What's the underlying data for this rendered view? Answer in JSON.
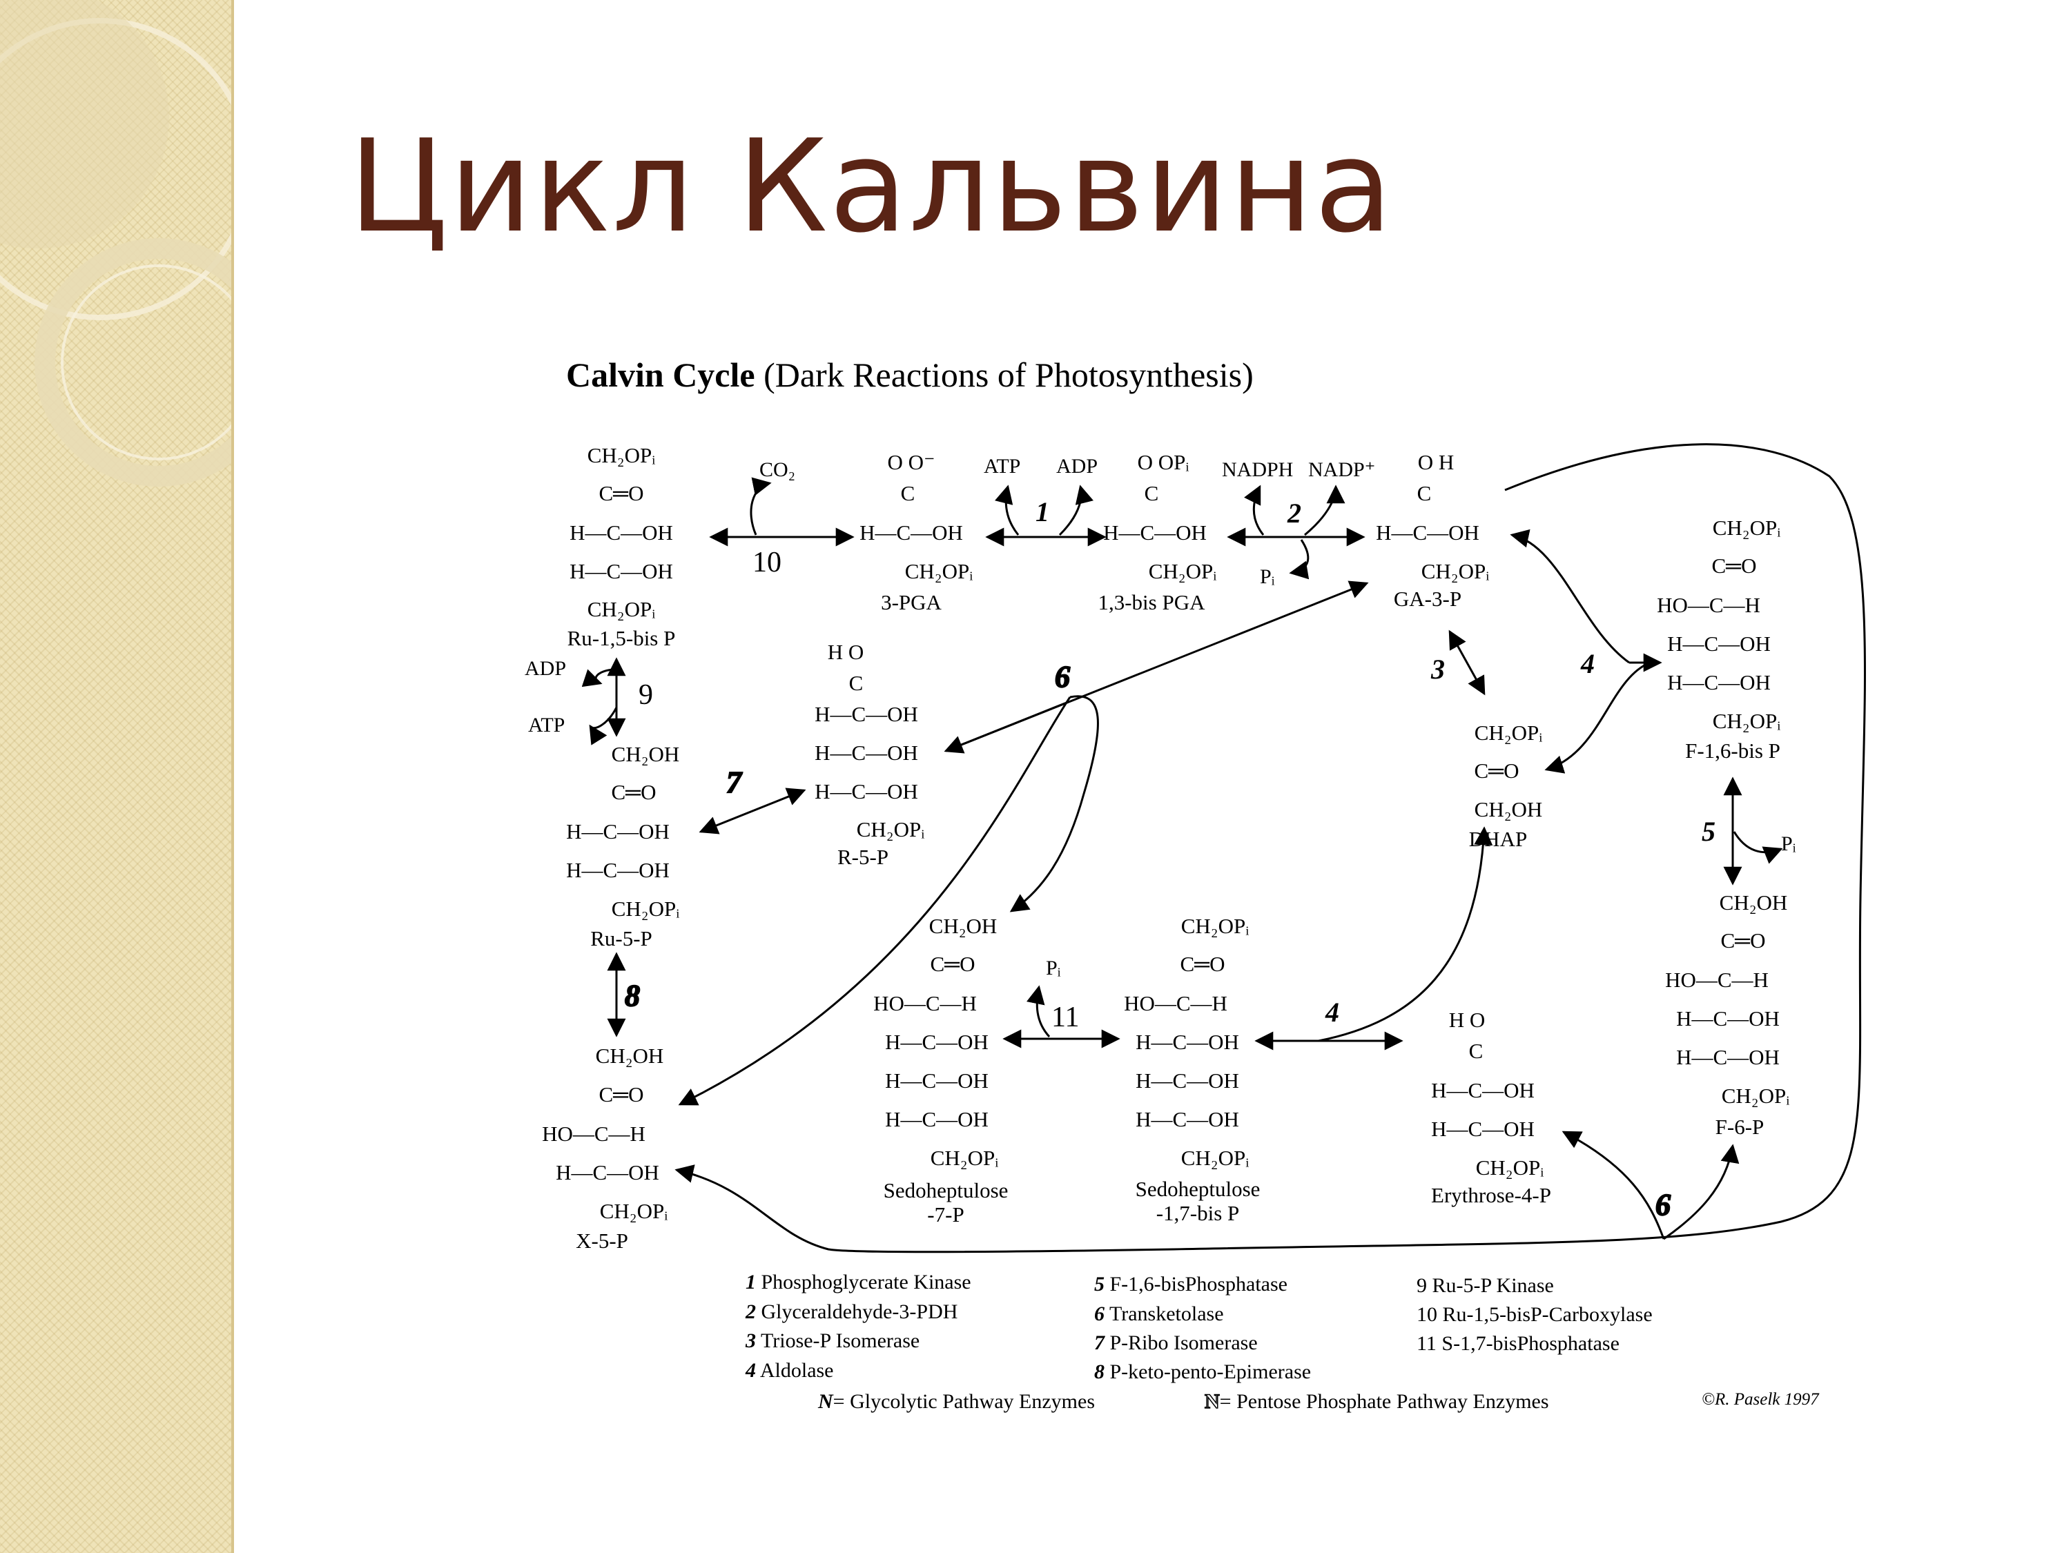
{
  "slide": {
    "title": "Цикл Кальвина"
  },
  "figure": {
    "title_bold": "Calvin Cycle",
    "title_rest": "(Dark Reactions of Photosynthesis)",
    "copyright": "©R. Paselk 1997"
  },
  "compounds": {
    "ru15bp": {
      "name": "Ru-1,5-bis P",
      "lines": [
        "CH₂OPᵢ",
        "C═O",
        "H—C—OH",
        "H—C—OH",
        "CH₂OPᵢ"
      ]
    },
    "pga3": {
      "name": "3-PGA",
      "lines": [
        "O   O⁻",
        "C",
        "H—C—OH",
        "CH₂OPᵢ"
      ]
    },
    "bpga13": {
      "name": "1,3-bis PGA",
      "lines": [
        "O   OPᵢ",
        "C",
        "H—C—OH",
        "CH₂OPᵢ"
      ]
    },
    "ga3p": {
      "name": "GA-3-P",
      "lines": [
        "O   H",
        "C",
        "H—C—OH",
        "CH₂OPᵢ"
      ]
    },
    "r5p": {
      "name": "R-5-P",
      "lines": [
        "H   O",
        "C",
        "H—C—OH",
        "H—C—OH",
        "H—C—OH",
        "CH₂OPᵢ"
      ]
    },
    "ru5p": {
      "name": "Ru-5-P",
      "lines": [
        "CH₂OH",
        "C═O",
        "H—C—OH",
        "H—C—OH",
        "CH₂OPᵢ"
      ]
    },
    "x5p": {
      "name": "X-5-P",
      "lines": [
        "CH₂OH",
        "C═O",
        "HO—C—H",
        "H—C—OH",
        "CH₂OPᵢ"
      ]
    },
    "dhap": {
      "name": "DHAP",
      "lines": [
        "CH₂OPᵢ",
        "C═O",
        "CH₂OH"
      ]
    },
    "f16bp": {
      "name": "F-1,6-bis P",
      "lines": [
        "CH₂OPᵢ",
        "C═O",
        "HO—C—H",
        "H—C—OH",
        "H—C—OH",
        "CH₂OPᵢ"
      ]
    },
    "f6p": {
      "name": "F-6-P",
      "lines": [
        "CH₂OH",
        "C═O",
        "HO—C—H",
        "H—C—OH",
        "H—C—OH",
        "CH₂OPᵢ"
      ]
    },
    "s7p": {
      "name": "Sedoheptulose",
      "name2": "-7-P",
      "lines": [
        "CH₂OH",
        "C═O",
        "HO—C—H",
        "H—C—OH",
        "H—C—OH",
        "H—C—OH",
        "CH₂OPᵢ"
      ]
    },
    "s17bp": {
      "name": "Sedoheptulose",
      "name2": "-1,7-bis P",
      "lines": [
        "CH₂OPᵢ",
        "C═O",
        "HO—C—H",
        "H—C—OH",
        "H—C—OH",
        "H—C—OH",
        "CH₂OPᵢ"
      ]
    },
    "e4p": {
      "name": "Erythrose-4-P",
      "lines": [
        "H   O",
        "C",
        "H—C—OH",
        "H—C—OH",
        "CH₂OPᵢ"
      ]
    }
  },
  "cofactors": {
    "co2": "CO₂",
    "atp1": "ATP",
    "adp1": "ADP",
    "nadph": "NADPH",
    "nadp": "NADP⁺",
    "pi_2": "Pᵢ",
    "adp9": "ADP",
    "atp9": "ATP",
    "pi_11": "Pᵢ",
    "pi_5": "Pᵢ"
  },
  "enzyme_numbers": {
    "e1": "1",
    "e2": "2",
    "e3": "3",
    "e4a": "4",
    "e4b": "4",
    "e5": "5",
    "e6a": "6",
    "e6b": "6",
    "e7": "7",
    "e8": "8",
    "e9": "9",
    "e10": "10",
    "e11": "11"
  },
  "legend": {
    "col1": [
      {
        "num": "1",
        "text": "Phosphoglycerate Kinase"
      },
      {
        "num": "2",
        "text": "Glyceraldehyde-3-PDH"
      },
      {
        "num": "3",
        "text": "Triose-P Isomerase"
      },
      {
        "num": "4",
        "text": "Aldolase"
      }
    ],
    "col2": [
      {
        "num": "5",
        "text": "F-1,6-bisPhosphatase"
      },
      {
        "num": "6",
        "text": "Transketolase"
      },
      {
        "num": "7",
        "text": "P-Ribo Isomerase"
      },
      {
        "num": "8",
        "text": "P-keto-pento-Epimerase"
      }
    ],
    "col3": [
      {
        "num": "9",
        "text": "Ru-5-P Kinase"
      },
      {
        "num": "10",
        "text": "Ru-1,5-bisP-Carboxylase"
      },
      {
        "num": "11",
        "text": "S-1,7-bisPhosphatase"
      }
    ],
    "note_glycolytic": "= Glycolytic Pathway Enzymes",
    "note_pentose": "= Pentose Phosphate Pathway Enzymes",
    "note_glycolytic_sym": "N",
    "note_pentose_sym": "N"
  }
}
